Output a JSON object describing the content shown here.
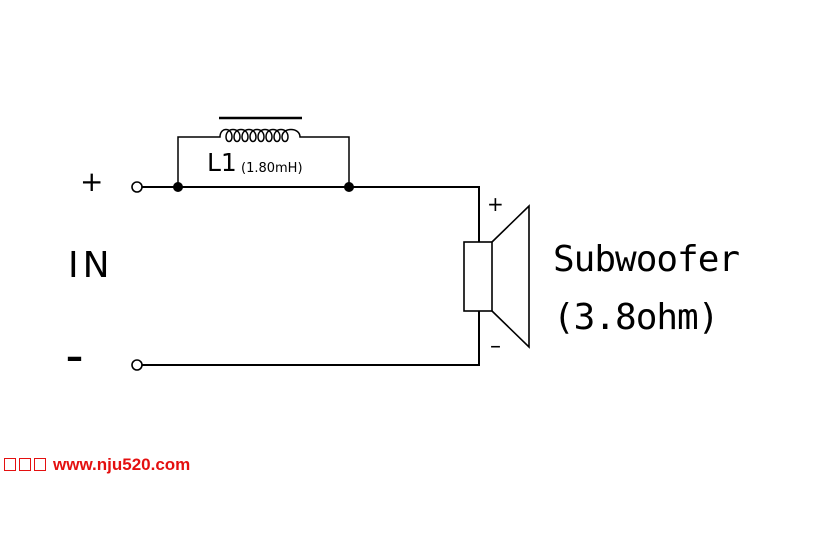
{
  "input": {
    "plus_label": "+",
    "minus_label": "–",
    "in_label": "IN"
  },
  "inductor": {
    "name": "L1",
    "value": "(1.80mH)"
  },
  "speaker": {
    "plus_label": "+",
    "minus_label": "–",
    "name": "Subwoofer",
    "impedance": "(3.8ohm)"
  },
  "watermark": {
    "url": "www.nju520.com",
    "color": "#e41010"
  }
}
